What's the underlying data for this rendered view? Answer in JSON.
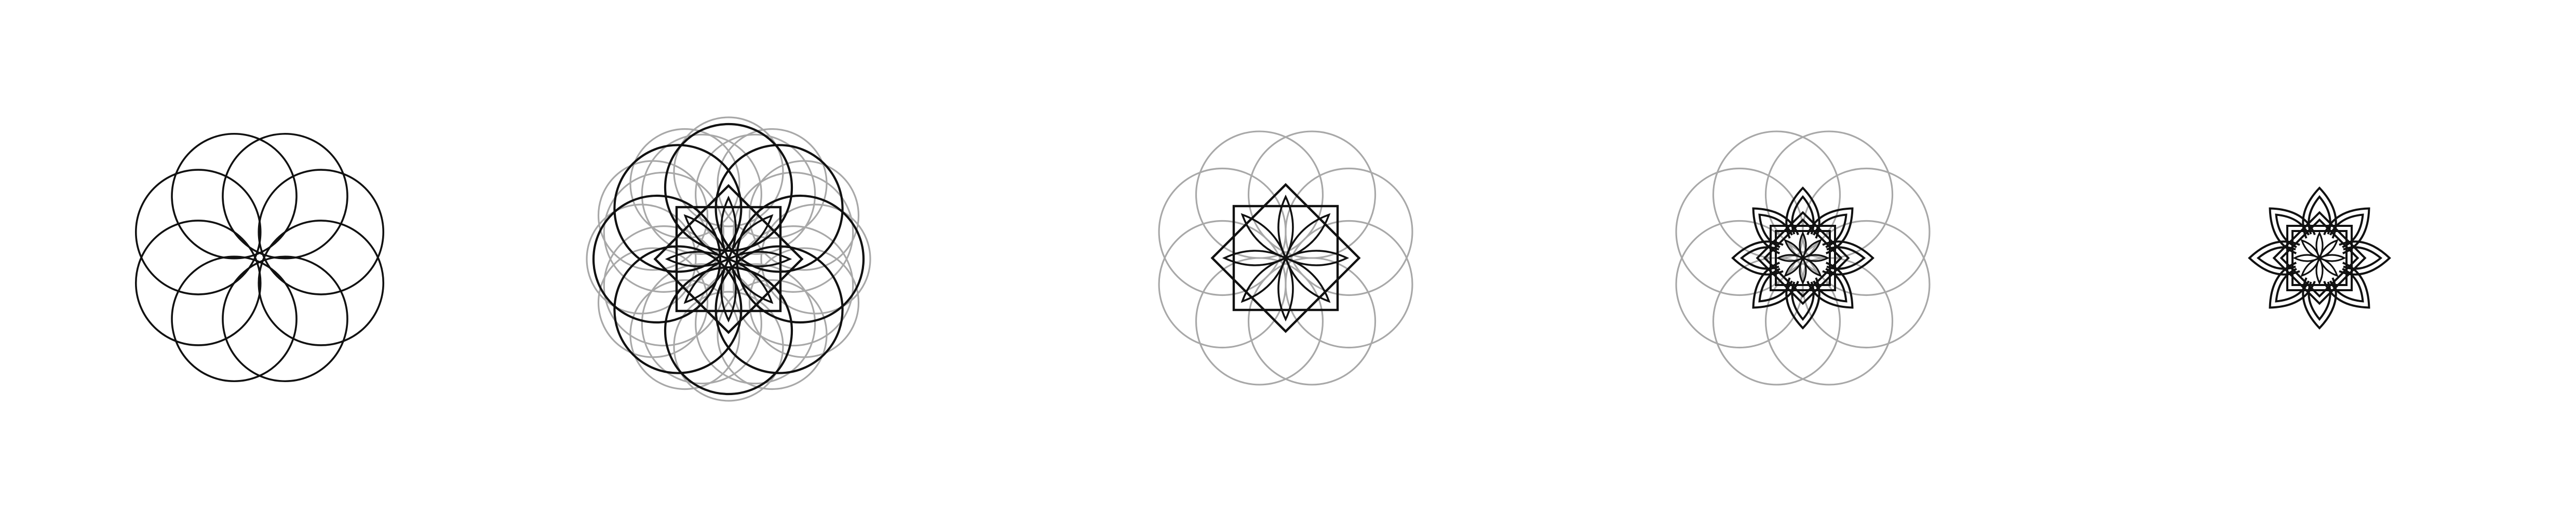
{
  "figure": {
    "stages": [
      {
        "name": "eight-circle-rosette"
      },
      {
        "name": "overlaid-circle-rosettes-with-star"
      },
      {
        "name": "eight-point-star-in-guide-circles"
      },
      {
        "name": "interlaced-knot-in-guide-circles"
      },
      {
        "name": "final-interlaced-knot"
      }
    ],
    "colors": {
      "background": "#ffffff",
      "ink": "#111111",
      "guide": "#a8a8a8"
    }
  }
}
